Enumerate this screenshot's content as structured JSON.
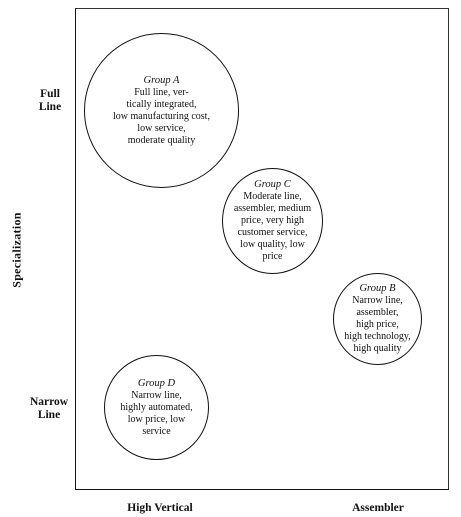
{
  "axes": {
    "y_title": "Specialization",
    "y_top": "Full\nLine",
    "y_bottom": "Narrow\nLine",
    "x_left": "High Vertical",
    "x_right": "Assembler"
  },
  "groups": [
    {
      "name": "Group A",
      "description": "Full line, ver-\ntically integrated,\nlow manufacturing cost,\nlow service,\nmoderate quality"
    },
    {
      "name": "Group C",
      "description": "Moderate line,\nassembler, medium\nprice, very high\ncustomer service,\nlow quality, low\nprice"
    },
    {
      "name": "Group B",
      "description": "Narrow line,\nassembler,\nhigh price,\nhigh technology,\nhigh quality"
    },
    {
      "name": "Group D",
      "description": "Narrow line,\nhighly automated,\nlow price, low\nservice"
    }
  ]
}
